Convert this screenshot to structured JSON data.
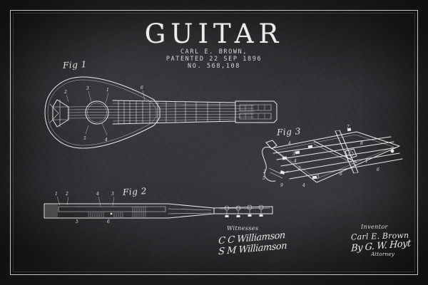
{
  "poster": {
    "title": "GUITAR",
    "inventor_line": "CARL E. BROWN,",
    "patent_date_line": "PATENTED 22 SEP 1896",
    "patent_number_line": "NO. 568,108",
    "background_color": "#333236",
    "ink_color": "#e9e9eb"
  },
  "figures": [
    {
      "id": "fig1",
      "label": "Fig 1",
      "description": "plan view of complete guitar with teardrop body, fretted neck and slotted headstock"
    },
    {
      "id": "fig2",
      "label": "Fig 2",
      "description": "longitudinal sectional view of neck and headstock"
    },
    {
      "id": "fig3",
      "label": "Fig 3",
      "description": "perspective detail of fingerboard, strings and capo mechanism"
    }
  ],
  "signatures": {
    "witnesses_label": "Witnesses",
    "witness_1": "C C Williamson",
    "witness_2": "S M Williamson",
    "inventor_label": "Inventor",
    "inventor_name": "Carl E. Brown",
    "attorney_signature": "By G. W. Hoyt",
    "attorney_label": "Attorney"
  },
  "reference_numerals": {
    "fig1": [
      "1",
      "2",
      "3",
      "4",
      "5",
      "6"
    ],
    "fig2": [
      "1",
      "2",
      "3",
      "4",
      "5",
      "6"
    ],
    "fig3": [
      "1",
      "2",
      "3",
      "4",
      "5",
      "6",
      "7",
      "8",
      "9"
    ]
  }
}
